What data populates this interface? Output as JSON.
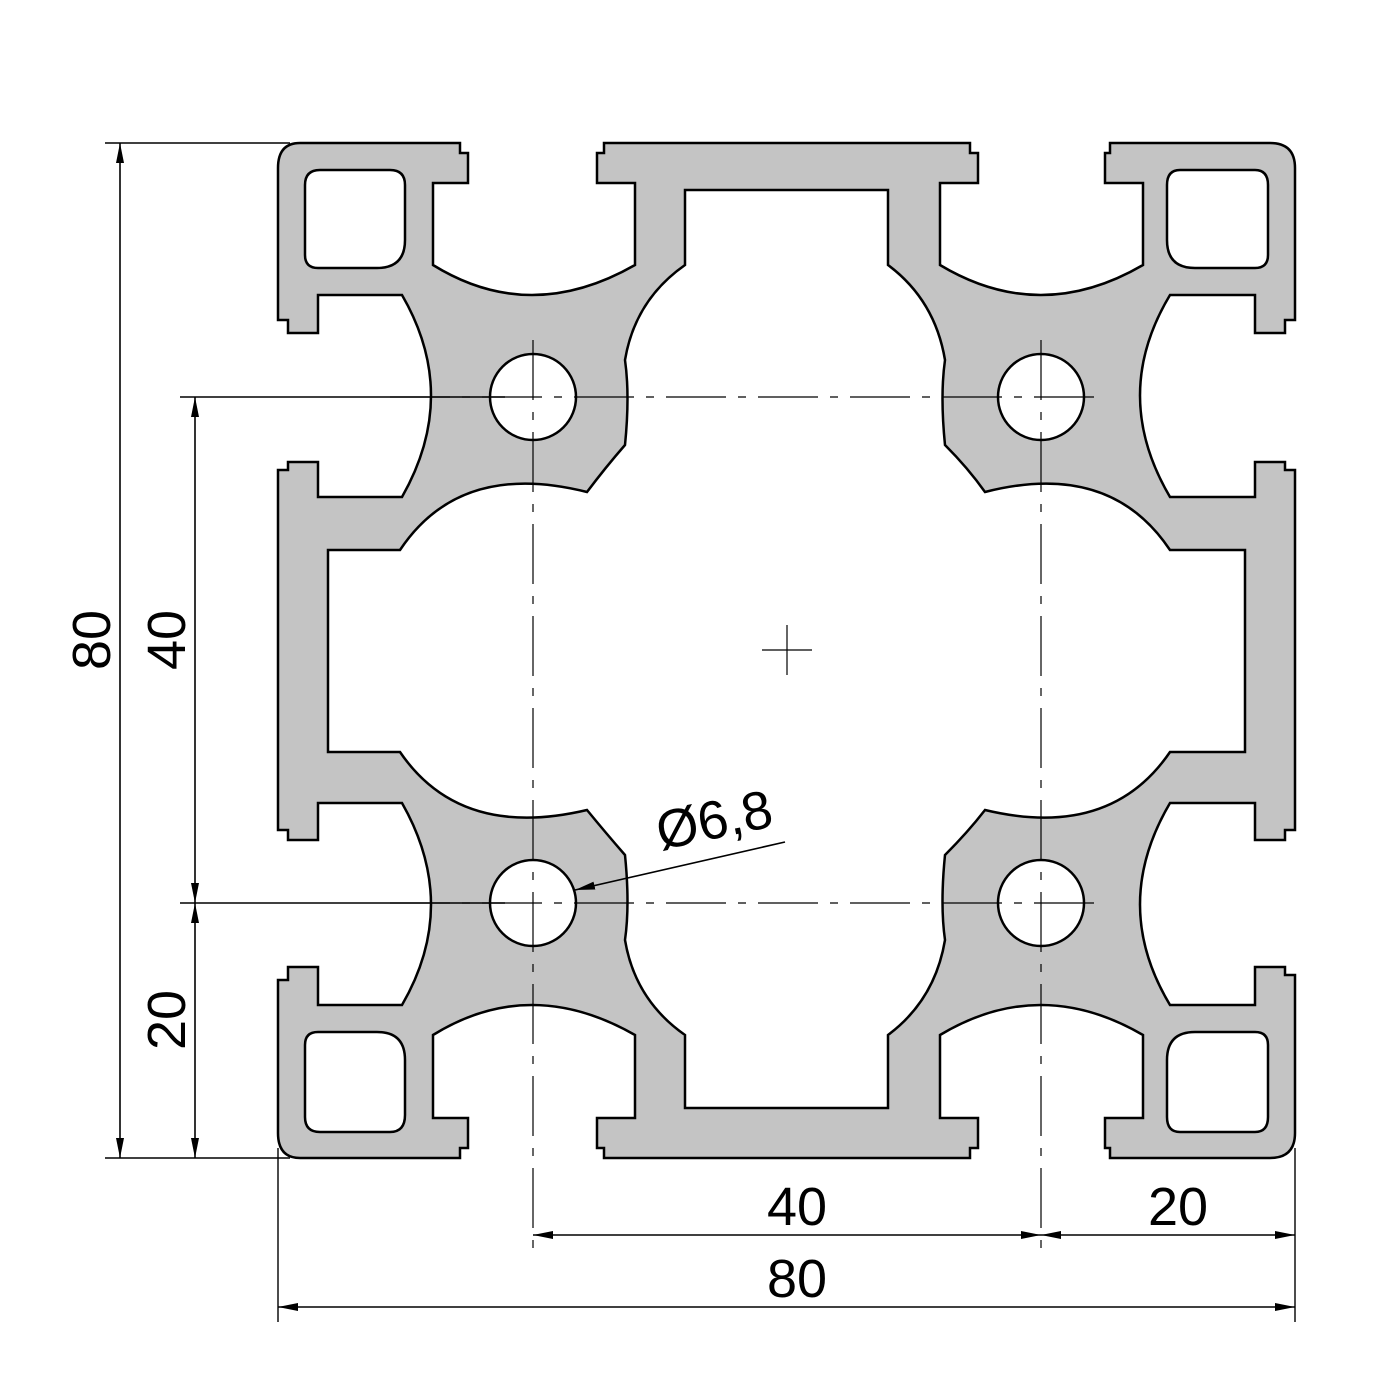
{
  "drawing": {
    "profile_fill": "#c4c4c4",
    "profile_stroke": "#000000",
    "dimensions": {
      "overall_height": "80",
      "hole_spacing_vertical": "40",
      "edge_to_hole_vertical": "20",
      "hole_spacing_horizontal": "40",
      "hole_to_edge_horizontal": "20",
      "overall_width": "80",
      "hole_diameter": "Ø6,8"
    }
  }
}
